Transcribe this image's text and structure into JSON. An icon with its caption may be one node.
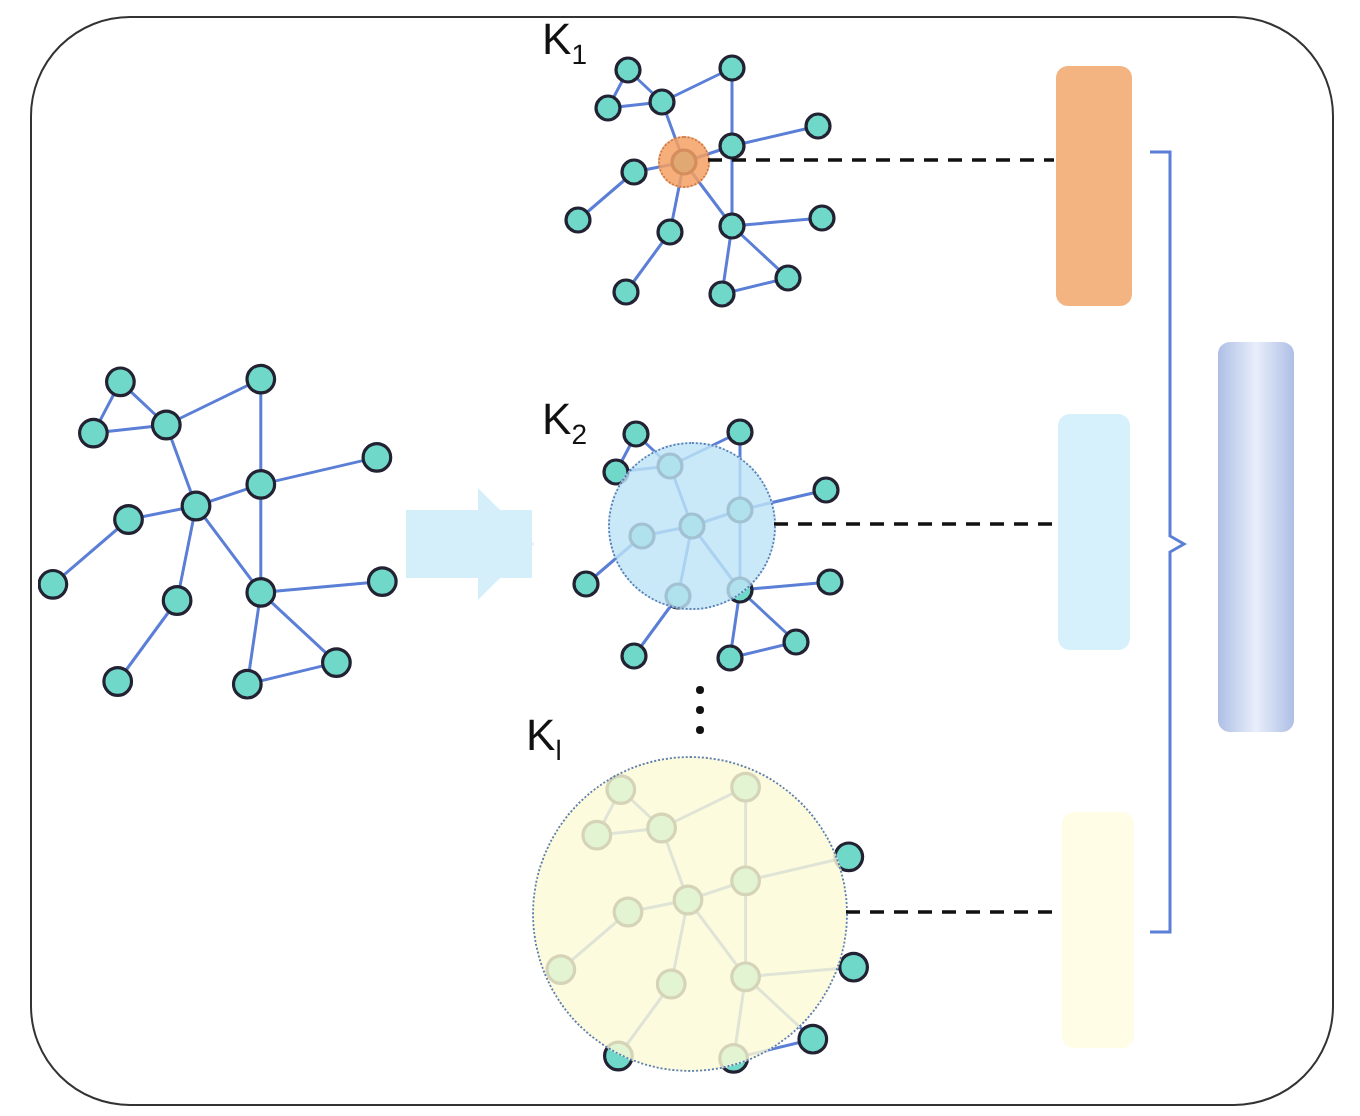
{
  "diagram": {
    "nodes": [
      {
        "text": [],
        "shape": "box"
      },
      {
        "text": [],
        "shape": "picture",
        "in": 0
      },
      {
        "text": [
          "K$_{1}$"
        ],
        "in": 0
      },
      {
        "text": [
          "K$_{2}$"
        ],
        "in": 0
      },
      {
        "text": [
          "K$_{l}$"
        ],
        "in": 0
      },
      {
        "text": [],
        "shape": "circle",
        "in": 2
      },
      {
        "text": [],
        "shape": "circle",
        "in": 3
      },
      {
        "text": [],
        "shape": "circle",
        "in": 4
      },
      {
        "text": [],
        "shape": "bar",
        "in": 0
      },
      {
        "text": [],
        "shape": "bar",
        "in": 0
      },
      {
        "text": [],
        "shape": "bar",
        "in": 0
      },
      {
        "text": [],
        "shape": "bar",
        "in": 0
      }
    ],
    "edges": [
      {
        "from": 1,
        "to": 3,
        "arrow": "to",
        "style": "thick",
        "color": "#d4eefa"
      },
      {
        "from": 5,
        "to": 8,
        "arrow": "none",
        "style": "dashed"
      },
      {
        "from": 6,
        "to": 9,
        "arrow": "none",
        "style": "dashed"
      },
      {
        "from": 7,
        "to": 10,
        "arrow": "none",
        "style": "dashed"
      }
    ]
  }
}
